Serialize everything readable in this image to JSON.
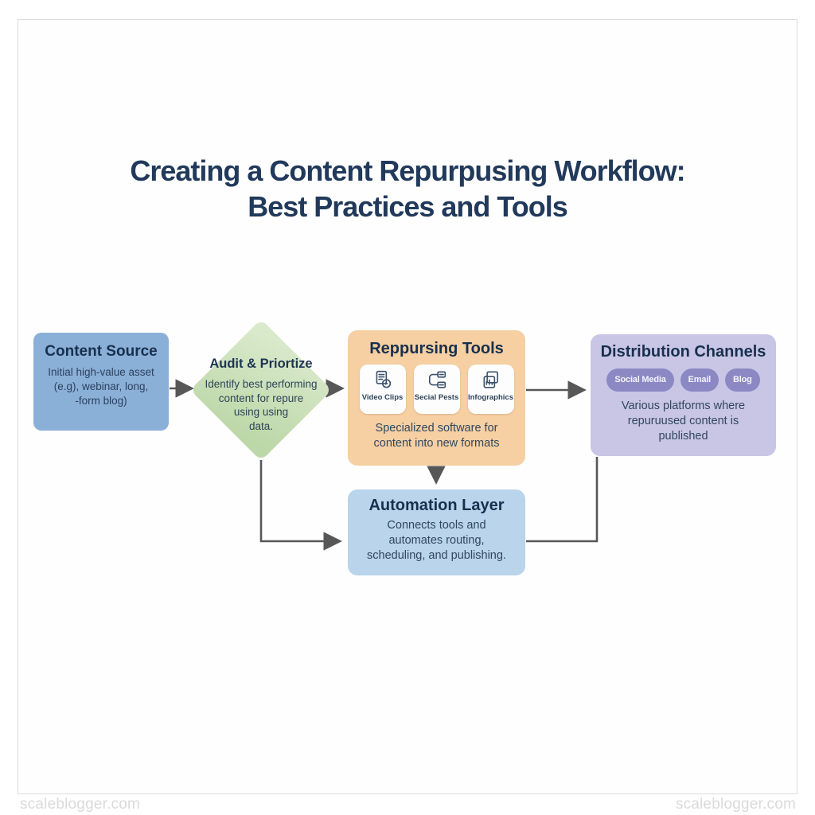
{
  "title": {
    "line1": "Creating a Content Repurpusing Workflow:",
    "line2": "Best Practices and Tools"
  },
  "watermarks": {
    "left": "scaleblogger.com",
    "right": "scaleblogger.com"
  },
  "colors": {
    "title_text": "#21395a",
    "content_source_bg": "#8bb0d8",
    "audit_diamond_bg": "#c9deb5",
    "tools_bg": "#f6cfa2",
    "distribution_bg": "#c9c5e5",
    "automation_bg": "#b9d4eb",
    "pill_bg": "#8b88c4",
    "arrow": "#575757",
    "frame_border": "#dcdcdc",
    "watermark_text": "#dadada"
  },
  "nodes": {
    "content_source": {
      "title": "Content Source",
      "body": "Initial high-value asset\n(e.g), webinar, long,\n-form blog)"
    },
    "audit_prioritize": {
      "title": "Audit & Priortize",
      "body": "Identify best performing\ncontent for repure\nusing using\ndata."
    },
    "repurposing_tools": {
      "title": "Reppursing Tools",
      "cards": [
        {
          "label": "Video Clips",
          "icon": "video-clips-icon"
        },
        {
          "label": "Secial Pests",
          "icon": "social-posts-icon"
        },
        {
          "label": "Infographics",
          "icon": "infographics-icon"
        }
      ],
      "body": "Specialized software for\ncontent into new formats"
    },
    "distribution_channels": {
      "title": "Distribution Channels",
      "pills": [
        "Social Media",
        "Email",
        "Blog"
      ],
      "body": "Various platforms where\nrepuruused content is\npublished"
    },
    "automation_layer": {
      "title": "Automation Layer",
      "body": "Connects tools and\nautomates routing,\nscheduling, and publishing."
    }
  },
  "edges": [
    {
      "from": "content_source",
      "to": "audit_prioritize"
    },
    {
      "from": "audit_prioritize",
      "to": "repurposing_tools"
    },
    {
      "from": "repurposing_tools",
      "to": "distribution_channels"
    },
    {
      "from": "repurposing_tools",
      "to": "automation_layer"
    },
    {
      "from": "audit_prioritize",
      "to": "automation_layer"
    },
    {
      "from": "automation_layer",
      "to": "distribution_channels"
    }
  ]
}
